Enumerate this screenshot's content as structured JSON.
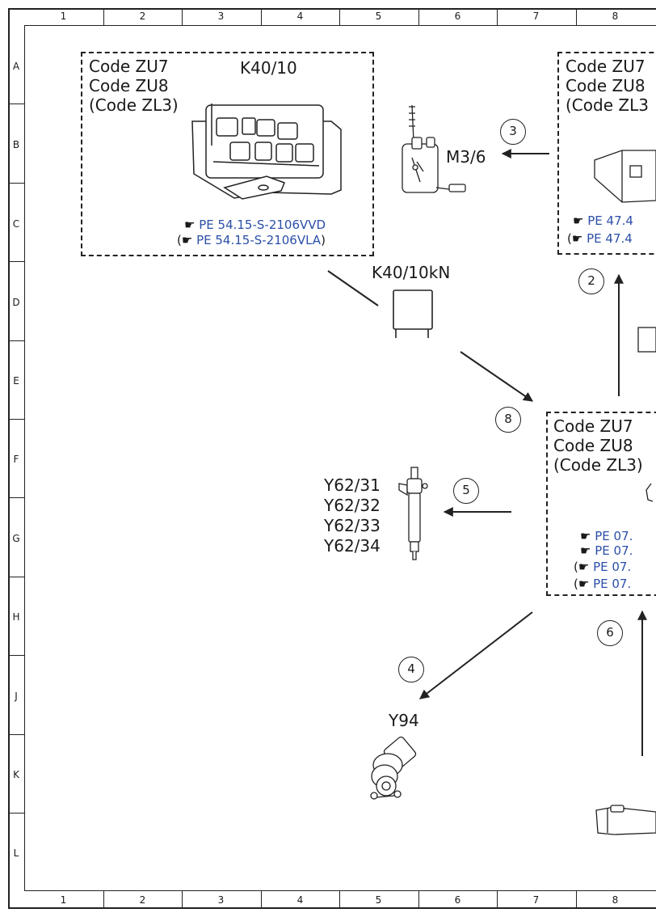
{
  "grid": {
    "columns": [
      "1",
      "2",
      "3",
      "4",
      "5",
      "6",
      "7",
      "8"
    ],
    "rows": [
      "A",
      "B",
      "C",
      "D",
      "E",
      "F",
      "G",
      "H",
      "J",
      "K",
      "L"
    ]
  },
  "box_left": {
    "codes": [
      "Code ZU7",
      "Code ZU8",
      "(Code ZL3)"
    ],
    "component": "K40/10",
    "refs": [
      {
        "open": "",
        "text": "PE 54.15-S-2106VVD",
        "close": ""
      },
      {
        "open": "(",
        "text": "PE 54.15-S-2106VLA",
        "close": ")"
      }
    ]
  },
  "box_right_top": {
    "codes": [
      "Code ZU7",
      "Code ZU8",
      "(Code ZL3"
    ],
    "refs": [
      {
        "open": "",
        "text": "PE 47.4"
      },
      {
        "open": "(",
        "text": "PE 47.4"
      }
    ]
  },
  "box_right_mid": {
    "codes": [
      "Code ZU7",
      "Code ZU8",
      "(Code ZL3)"
    ],
    "refs": [
      {
        "open": "",
        "text": "PE 07."
      },
      {
        "open": "",
        "text": "PE 07."
      },
      {
        "open": "(",
        "text": "PE 07."
      },
      {
        "open": "(",
        "text": "PE 07."
      }
    ]
  },
  "labels": {
    "m3_6": "M3/6",
    "k40_10kn": "K40/10kN",
    "injectors": [
      "Y62/31",
      "Y62/32",
      "Y62/33",
      "Y62/34"
    ],
    "y94": "Y94"
  },
  "steps": [
    "2",
    "3",
    "4",
    "5",
    "6",
    "8"
  ],
  "icons": {
    "reference": "pointing-hand-icon"
  }
}
